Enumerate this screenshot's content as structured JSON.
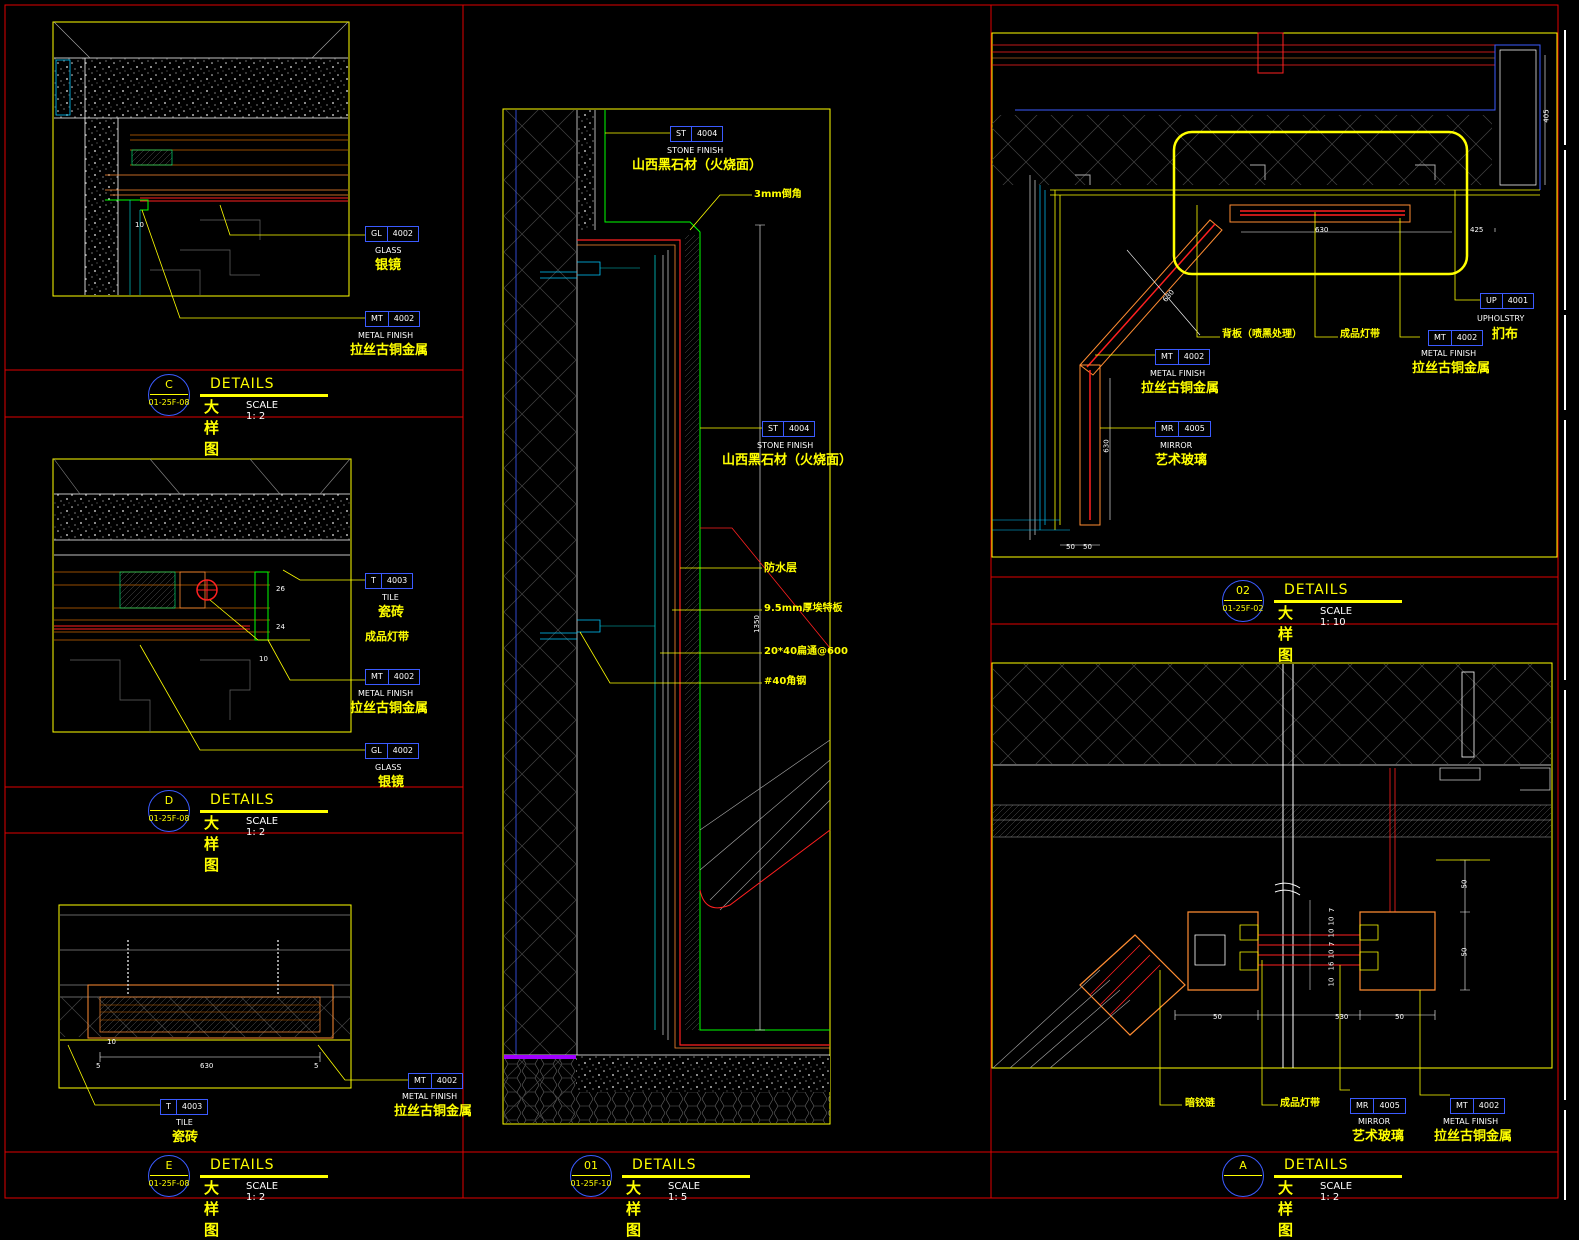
{
  "panels": {
    "C": {
      "id": "C",
      "sheet": "01-25F-08",
      "label": "DETAILS",
      "cn": "大样图",
      "scale": "SCALE 1:  2"
    },
    "D": {
      "id": "D",
      "sheet": "01-25F-08",
      "label": "DETAILS",
      "cn": "大样图",
      "scale": "SCALE 1:  2"
    },
    "E": {
      "id": "E",
      "sheet": "01-25F-08",
      "label": "DETAILS",
      "cn": "大样图",
      "scale": "SCALE 1:  2"
    },
    "p01": {
      "id": "01",
      "sheet": "01-25F-10",
      "label": "DETAILS",
      "cn": "大样图",
      "scale": "SCALE 1:  5"
    },
    "p02": {
      "id": "02",
      "sheet": "01-25F-02",
      "label": "DETAILS",
      "cn": "大样图",
      "scale": "SCALE 1:  10"
    },
    "A": {
      "id": "A",
      "sheet": "",
      "label": "DETAILS",
      "cn": "大样图",
      "scale": "SCALE 1:  2"
    }
  },
  "callouts": {
    "c_gl": {
      "code": "GL",
      "num": "4002",
      "en": "GLASS",
      "cn": "银镜"
    },
    "c_mt": {
      "code": "MT",
      "num": "4002",
      "en": "METAL FINISH",
      "cn": "拉丝古铜金属"
    },
    "d_t": {
      "code": "T",
      "num": "4003",
      "en": "TILE",
      "cn": "瓷砖"
    },
    "d_led": {
      "cn": "成品灯带"
    },
    "d_mt": {
      "code": "MT",
      "num": "4002",
      "en": "METAL FINISH",
      "cn": "拉丝古铜金属"
    },
    "d_gl": {
      "code": "GL",
      "num": "4002",
      "en": "GLASS",
      "cn": "银镜"
    },
    "e_mt": {
      "code": "MT",
      "num": "4002",
      "en": "METAL FINISH",
      "cn": "拉丝古铜金属"
    },
    "e_t": {
      "code": "T",
      "num": "4003",
      "en": "TILE",
      "cn": "瓷砖"
    },
    "s1": {
      "code": "ST",
      "num": "4004",
      "en": "STONE FINISH",
      "cn": "山西黑石材（火烧面）"
    },
    "s_chamfer": {
      "cn": "3mm倒角"
    },
    "s2": {
      "code": "ST",
      "num": "4004",
      "en": "STONE FINISH",
      "cn": "山西黑石材（火烧面）"
    },
    "s_water": {
      "cn": "防水层"
    },
    "s_board": {
      "cn": "9.5mm厚埃特板"
    },
    "s_tube": {
      "cn": "20*40扁通@600"
    },
    "s_angle": {
      "cn": "#40角钢"
    },
    "q_back": {
      "cn": "背板（喷黑处理）"
    },
    "q_led": {
      "cn": "成品灯带"
    },
    "q_up": {
      "code": "UP",
      "num": "4001",
      "en": "UPHOLSTRY",
      "cn": "扪布"
    },
    "q_mt1": {
      "code": "MT",
      "num": "4002",
      "en": "METAL FINISH",
      "cn": "拉丝古铜金属"
    },
    "q_mt2": {
      "code": "MT",
      "num": "4002",
      "en": "METAL FINISH",
      "cn": "拉丝古铜金属"
    },
    "q_mr": {
      "code": "MR",
      "num": "4005",
      "en": "MIRROR",
      "cn": "艺术玻璃"
    },
    "a_hinge": {
      "cn": "暗铰链"
    },
    "a_led": {
      "cn": "成品灯带"
    },
    "a_mr": {
      "code": "MR",
      "num": "4005",
      "en": "MIRROR",
      "cn": "艺术玻璃"
    },
    "a_mt": {
      "code": "MT",
      "num": "4002",
      "en": "METAL FINISH",
      "cn": "拉丝古铜金属"
    }
  },
  "dims": {
    "c10": "10",
    "d26": "26",
    "d24": "24",
    "d10": "10",
    "e5a": "5",
    "e10": "10",
    "e630": "630",
    "e5b": "5",
    "s1350": "1350",
    "q630a": "630",
    "q630b": "630",
    "q630c": "630",
    "q425": "425",
    "q405": "405",
    "q50a": "50",
    "q50b": "50",
    "a50a": "50",
    "a50b": "50",
    "a50c": "50",
    "a530": "530",
    "a50d": "50",
    "a10a": "10",
    "a7a": "7",
    "a10b": "10",
    "a7b": "7",
    "a10c": "10",
    "a16": "16",
    "a10d": "10"
  }
}
